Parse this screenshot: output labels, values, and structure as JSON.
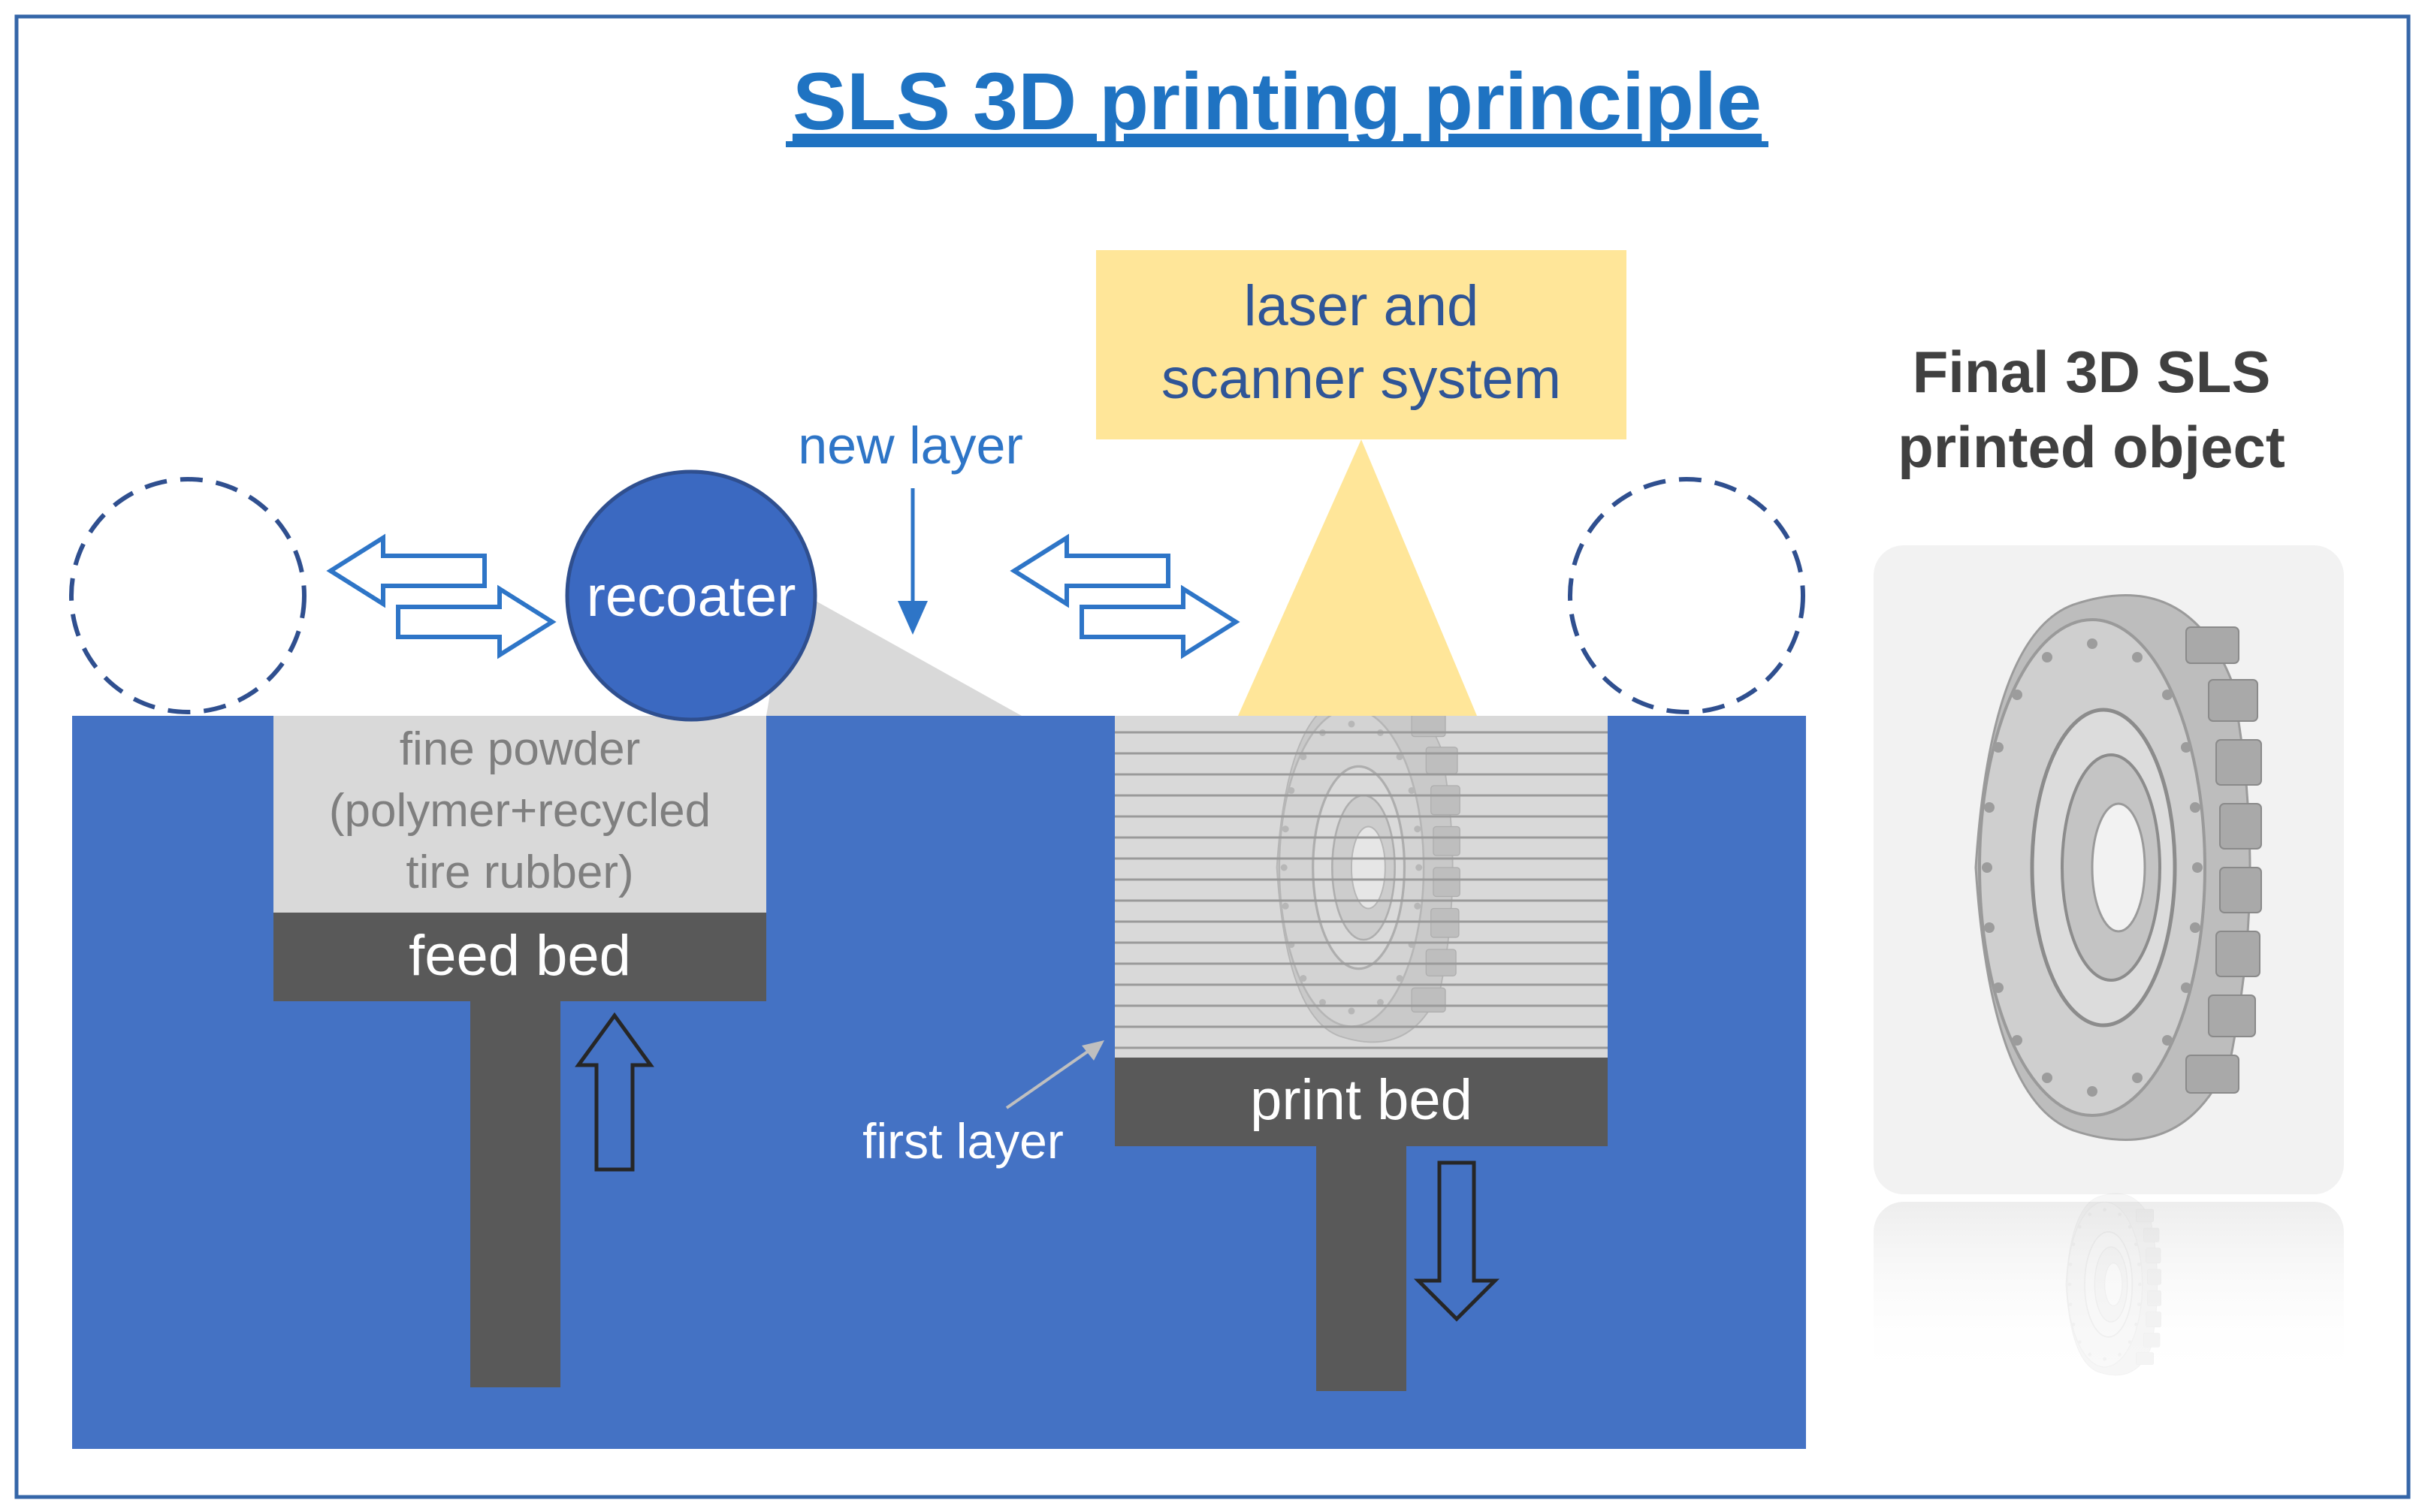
{
  "title": "SLS 3D printing principle",
  "labels": {
    "laser_line1": "laser and",
    "laser_line2": "scanner system",
    "new_layer": "new layer",
    "recoater": "recoater",
    "powder_line1": "fine powder",
    "powder_line2": "(polymer+recycled",
    "powder_line3": "tire rubber)",
    "feed_bed": "feed bed",
    "print_bed": "print bed",
    "first_layer": "first layer",
    "final_line1": "Final 3D SLS",
    "final_line2": "printed object"
  },
  "colors": {
    "title": "#1f73c2",
    "border": "#3566a8",
    "base_blue": "#4472c4",
    "circle_blue": "#3b69c1",
    "bed_dark": "#595959",
    "powder_gray": "#d9d9d9",
    "laser_yellow": "#ffe699",
    "label_blue": "#2e75c7",
    "label_gray": "#7f7f7f",
    "label_dark": "#404040"
  },
  "icons": {
    "left_shuttle": "double-arrow-left-right-icon",
    "right_shuttle": "double-arrow-left-right-icon",
    "feed_up": "up-arrow-icon",
    "print_down": "down-arrow-icon",
    "new_layer_arrow": "down-arrow-icon",
    "tire": "tire-icon"
  }
}
